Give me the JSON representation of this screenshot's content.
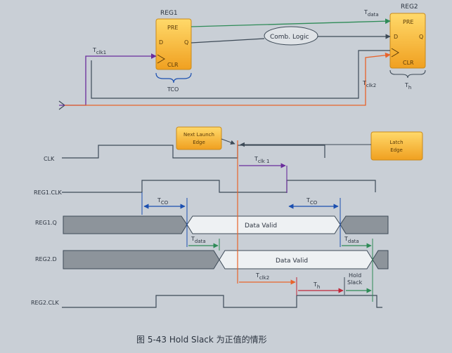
{
  "figure": {
    "caption": "图 5-43 Hold Slack 为正值的情形",
    "reg1": {
      "title": "REG1",
      "pre": "PRE",
      "d": "D",
      "q": "Q",
      "clr": "CLR"
    },
    "reg2": {
      "title": "REG2",
      "pre": "PRE",
      "d": "D",
      "q": "Q",
      "clr": "CLR"
    },
    "comb_logic": "Comb. Logic",
    "t_data": "T",
    "t_data_sub": "data",
    "t_clk1": "T",
    "t_clk1_sub": "clk1",
    "t_clk2": "T",
    "t_clk2_sub": "clk2",
    "t_co_top": "TCO",
    "t_h_top": "T",
    "t_h_sub": "h"
  },
  "timing": {
    "signals": [
      "CLK",
      "REG1.CLK",
      "REG1.Q",
      "REG2.D",
      "REG2.CLK"
    ],
    "next_launch_edge": [
      "Next Launch",
      "Edge"
    ],
    "latch_edge": [
      "Latch",
      "Edge"
    ],
    "data_valid": "Data Valid",
    "t_clk1": "T",
    "t_clk1_sub": "clk 1",
    "t_co": "T",
    "t_co_sub": "CO",
    "t_data": "T",
    "t_data_sub": "data",
    "t_clk2": "T",
    "t_clk2_sub": "clk2",
    "t_h": "T",
    "t_h_sub": "h",
    "hold_slack": [
      "Hold",
      "Slack"
    ]
  },
  "colors": {
    "background": "#c9cfd6",
    "wire": "#3d4a57",
    "green": "#2e8b57",
    "purple": "#6a2c9c",
    "orange": "#e8632b",
    "blue": "#1b4fb0",
    "red": "#c0283a",
    "ff_fill": "#f5b83d",
    "band": "#8d949b"
  }
}
